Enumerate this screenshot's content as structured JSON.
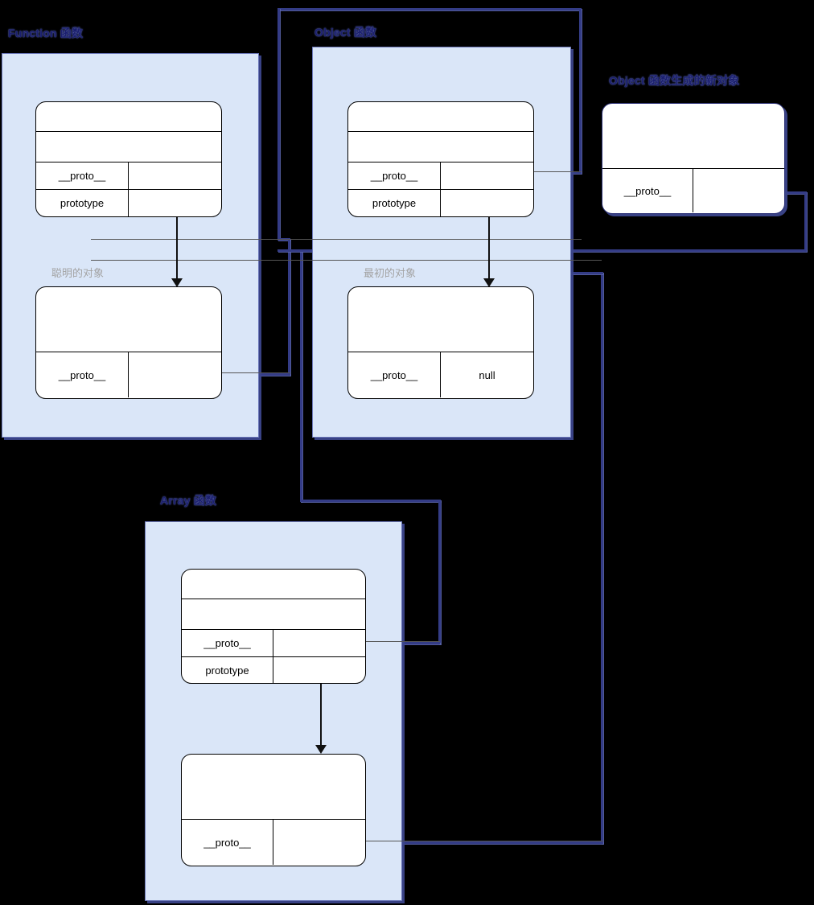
{
  "diagram": {
    "title_function": "Function 函数",
    "title_object": "Object 函数",
    "title_new_object": "Object 函数生成的新对象",
    "title_array": "Array 函数",
    "label_smart_object": "聪明的对象",
    "label_initial_object": "最初的对象",
    "colors": {
      "panel_fill": "#dae6f8",
      "panel_border": "#6b77b8",
      "title_text": "#1b1f6e",
      "ghost_text": "#a3a3a3",
      "connector_navy": "#343c86",
      "connector_gray": "#555555",
      "box_border": "#000000",
      "background": "#000000"
    }
  },
  "boxes": {
    "function_ctor": {
      "rows": [
        {
          "left": "",
          "right": "",
          "span": true
        },
        {
          "left": "",
          "right": "",
          "span": true
        },
        {
          "left": "__proto__",
          "right": ""
        },
        {
          "left": "prototype",
          "right": ""
        }
      ]
    },
    "function_prototype": {
      "rows": [
        {
          "left": "",
          "right": "",
          "span": true
        },
        {
          "left": "__proto__",
          "right": ""
        }
      ]
    },
    "object_ctor": {
      "rows": [
        {
          "left": "",
          "right": "",
          "span": true
        },
        {
          "left": "",
          "right": "",
          "span": true
        },
        {
          "left": "__proto__",
          "right": ""
        },
        {
          "left": "prototype",
          "right": ""
        }
      ]
    },
    "object_prototype": {
      "rows": [
        {
          "left": "",
          "right": "",
          "span": true
        },
        {
          "left": "__proto__",
          "right": "null"
        }
      ]
    },
    "new_object": {
      "rows": [
        {
          "left": "",
          "right": "",
          "span": true
        },
        {
          "left": "__proto__",
          "right": ""
        }
      ]
    },
    "array_ctor": {
      "rows": [
        {
          "left": "",
          "right": "",
          "span": true
        },
        {
          "left": "",
          "right": "",
          "span": true
        },
        {
          "left": "__proto__",
          "right": ""
        },
        {
          "left": "prototype",
          "right": ""
        }
      ]
    },
    "array_prototype": {
      "rows": [
        {
          "left": "",
          "right": "",
          "span": true
        },
        {
          "left": "__proto__",
          "right": ""
        }
      ]
    }
  }
}
